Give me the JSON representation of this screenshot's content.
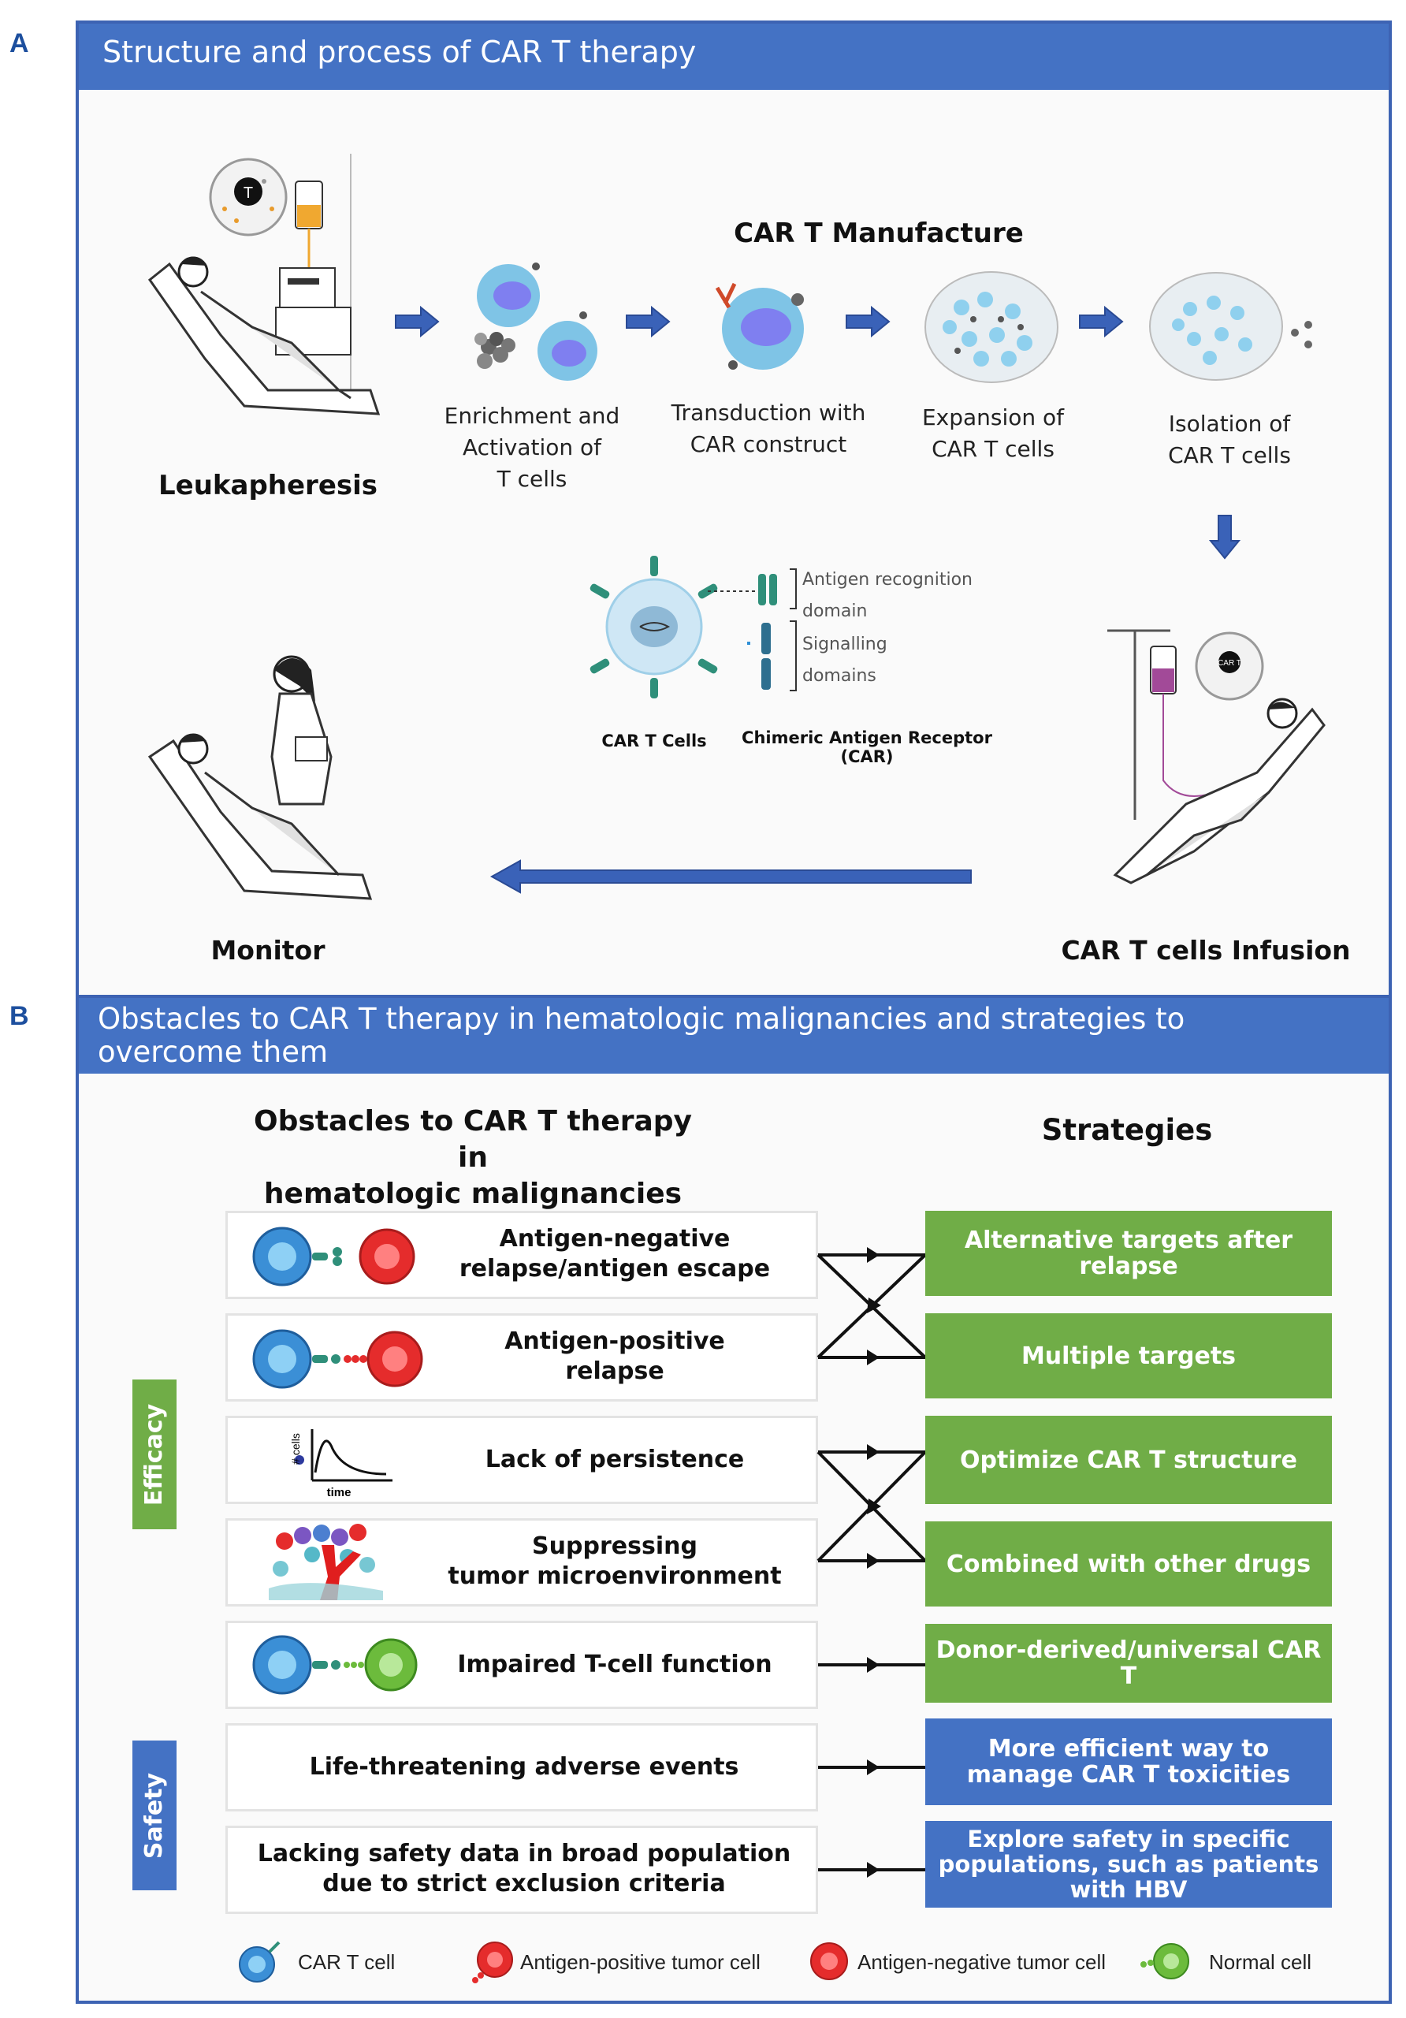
{
  "panel_a": {
    "letter": "A",
    "title": "Structure and process of CAR T therapy",
    "manufacture_heading": "CAR T Manufacture",
    "leukapheresis": "Leukapheresis",
    "step_enrichment": [
      "Enrichment and",
      "Activation of",
      "T cells"
    ],
    "step_transduction": [
      "Transduction with",
      "CAR construct"
    ],
    "step_expansion": [
      "Expansion of",
      "CAR T cells"
    ],
    "step_isolation": [
      "Isolation of",
      "CAR T cells"
    ],
    "car_t_cells_caption": "CAR T Cells",
    "car_caption": "Chimeric Antigen Receptor (CAR)",
    "antigen_domain": [
      "Antigen recognition",
      "domain"
    ],
    "signalling_domain": [
      "Signalling",
      "domains"
    ],
    "infusion": "CAR T cells Infusion",
    "monitor": "Monitor",
    "t_badge": "T",
    "car_badge": "CAR T"
  },
  "panel_b": {
    "letter": "B",
    "title_line1": "Obstacles  to  CAR  T therapy in hematologic  malignancies and strategies to",
    "title_line2": "overcome  them",
    "obstacles_heading": [
      "Obstacles  to CAR T therapy in",
      "hematologic  malignancies"
    ],
    "strategies_heading": "Strategies",
    "efficacy_tag": "Efficacy",
    "safety_tag": "Safety",
    "obstacles": [
      [
        "Antigen-negative",
        "relapse/antigen escape"
      ],
      [
        "Antigen-positive",
        "relapse"
      ],
      [
        "Lack of persistence"
      ],
      [
        "Suppressing",
        "tumor microenvironment"
      ],
      [
        "Impaired T-cell function"
      ],
      [
        "Life-threatening adverse events"
      ],
      [
        "Lacking safety data in broad population",
        "due to strict exclusion criteria"
      ]
    ],
    "strategies": [
      [
        "Alternative  targets after relapse"
      ],
      [
        "Multiple targets"
      ],
      [
        "Optimize CAR T structure"
      ],
      [
        "Combined with other drugs"
      ],
      [
        "Donor-derived/universal CAR T"
      ],
      [
        "More efficient way to",
        "manage CAR T toxicities"
      ],
      [
        "Explore safety in specific",
        "populations, such as patients",
        "with HBV"
      ]
    ],
    "persistence_plot": {
      "y_label": "# cells",
      "x_label": "time"
    },
    "legend": [
      "CAR T cell",
      "Antigen-positive tumor cell",
      "Antigen-negative tumor cell",
      "Normal cell"
    ]
  },
  "colors": {
    "banner_blue": "#4472c4",
    "frame_blue": "#3d63b3",
    "strategy_green": "#70ad47",
    "strategy_blue": "#4472c4",
    "car_t_cell": "#3b8fd6",
    "tumor_cell": "#e52c2c",
    "normal_cell": "#6cbb3c",
    "arrow_blue": "#3a62b8"
  }
}
